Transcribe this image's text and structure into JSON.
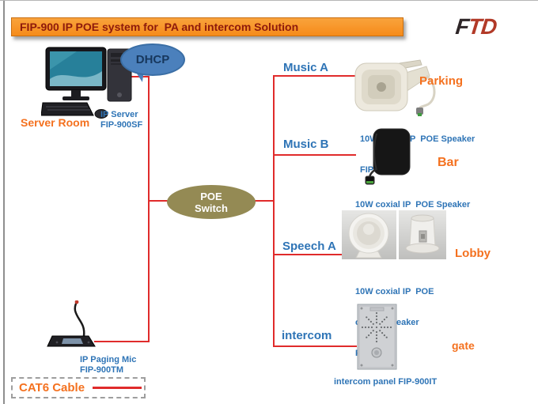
{
  "header": {
    "title": "FIP-900 IP POE system for  PA and intercom Solution",
    "logo_f": "F",
    "logo_td": "TD"
  },
  "diagram": {
    "dhcp_label": "DHCP",
    "poe_switch": {
      "line1": "POE",
      "line2": "Switch"
    },
    "server": {
      "room_label": "Server Room",
      "caption_line1": "IP Server",
      "caption_line2": "FIP-900SF"
    },
    "paging_mic": {
      "caption_line1": "IP Paging Mic",
      "caption_line2": "FIP-900TM"
    },
    "branches": [
      {
        "label": "Music A",
        "location": "Parking",
        "device": "horn-speaker",
        "caption_lines": [
          "10W coxial IP  POE Speaker",
          "FIP-920P"
        ]
      },
      {
        "label": "Music B",
        "location": "Bar",
        "device": "box-speaker",
        "caption_lines": [
          "10W coxial IP  POE Speaker",
          "FIP-920P"
        ]
      },
      {
        "label": "Speech A",
        "location": "Lobby",
        "device": "ceiling-speaker",
        "caption_lines": [
          "10W coxial IP  POE",
          "ceiling Speaker",
          "FIP-910P"
        ]
      },
      {
        "label": "intercom",
        "location": "gate",
        "device": "intercom-panel",
        "caption_lines": [
          "intercom panel FIP-900IT"
        ]
      }
    ],
    "legend": {
      "label": "CAT6 Cable"
    }
  },
  "colors": {
    "banner_orange": "#F7941E",
    "title_text": "#8E1A0B",
    "cable_red": "#E02B2B",
    "label_blue": "#2E74B6",
    "label_orange": "#F4711F",
    "poe_olive": "#948A54",
    "dhcp_blue": "#4B80BC",
    "logo_black": "#2E2628",
    "logo_red": "#B23A28"
  }
}
